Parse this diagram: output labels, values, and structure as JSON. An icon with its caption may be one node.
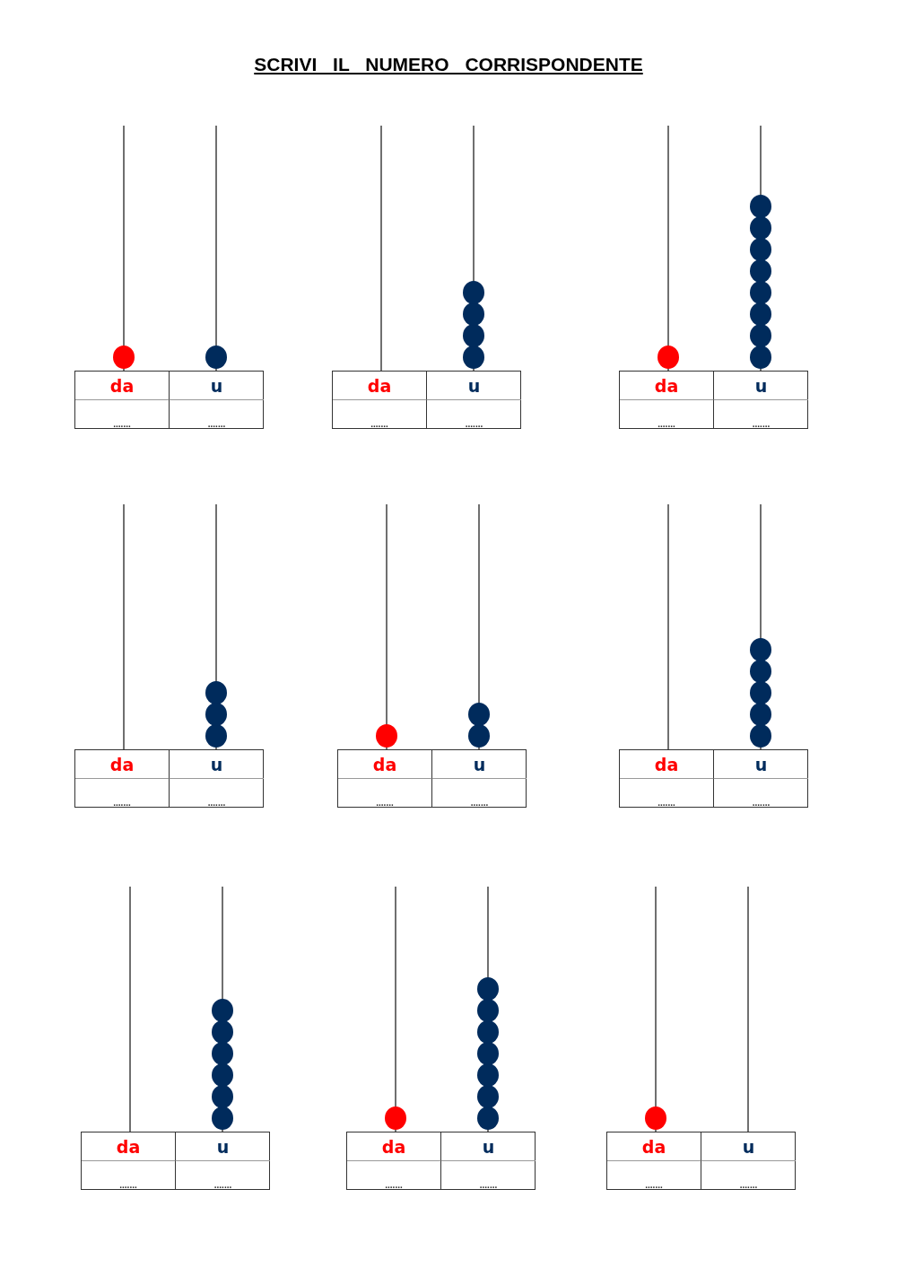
{
  "diagram": {
    "title": "SCRIVI IL NUMERO CORRISPONDENTE",
    "labels": [
      "da",
      "u",
      ".......",
      ".......",
      "da",
      "u",
      ".......",
      ".......",
      "da",
      "u",
      ".......",
      ".......",
      "da",
      "u",
      ".......",
      ".......",
      "da",
      "u",
      ".......",
      ".......",
      "da",
      "u",
      ".......",
      ".......",
      "da",
      "u",
      ".......",
      ".......",
      "da",
      "u",
      ".......",
      ".......",
      "da",
      "u",
      ".......",
      "......."
    ]
  }
}
